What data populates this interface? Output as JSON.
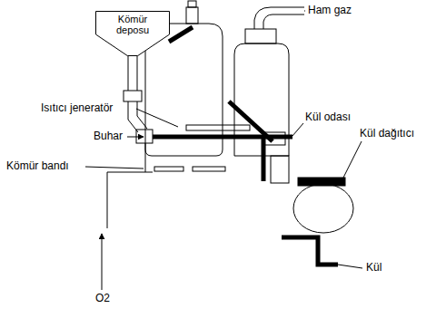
{
  "diagram": {
    "nodes": [
      {
        "text": [
          "Kömür deposu"
        ]
      }
    ],
    "edges": [],
    "labels": [
      "Ham gaz",
      "Isıtıcı jeneratör",
      "Kül odası",
      "Kül dağıtıcı",
      "Buhar",
      "Kömür bandı",
      "O2",
      "Kül"
    ]
  }
}
